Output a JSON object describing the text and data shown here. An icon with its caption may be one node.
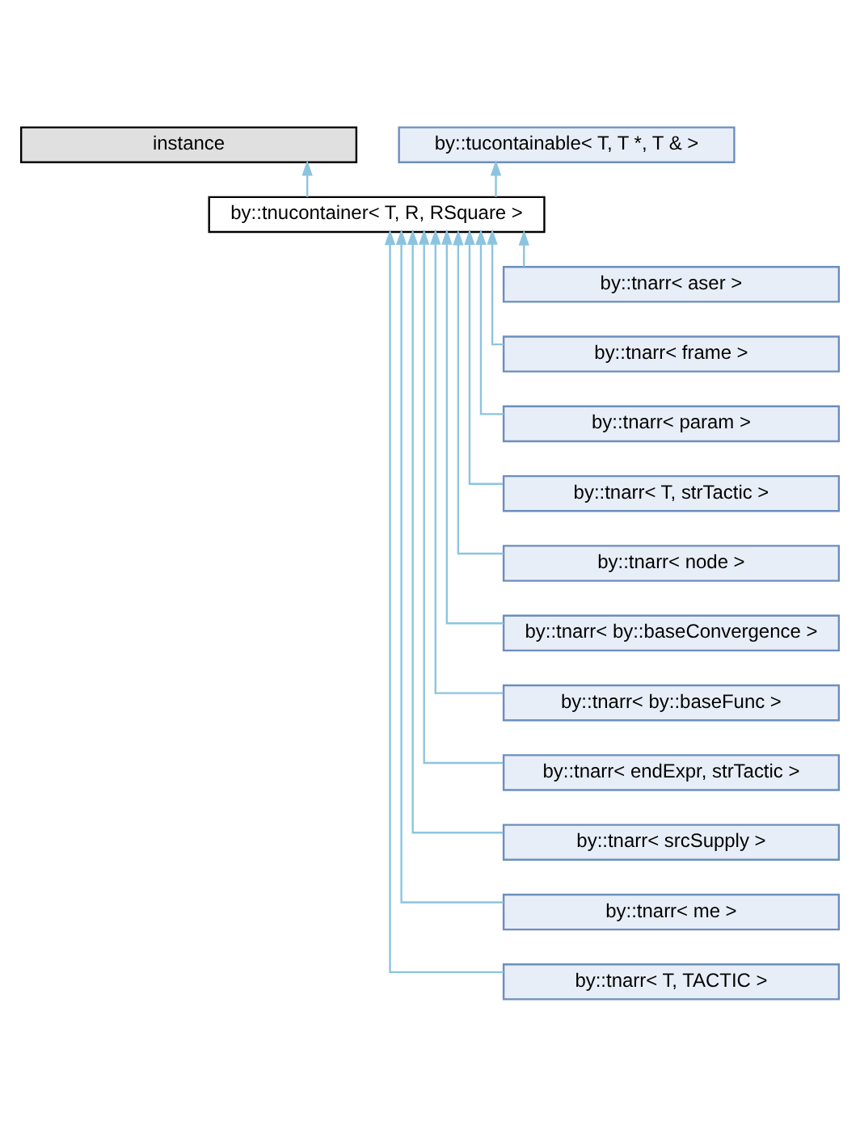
{
  "diagram": {
    "nodes": [
      {
        "text": [
          "instance"
        ]
      },
      {
        "text": [
          "by::tucontainable< T, T *, T & >"
        ]
      },
      {
        "text": [
          "by::tnucontainer< T, R, RSquare >"
        ]
      },
      {
        "text": [
          "by::tnarr< aser >"
        ]
      },
      {
        "text": [
          "by::tnarr< frame >"
        ]
      },
      {
        "text": [
          "by::tnarr< param >"
        ]
      },
      {
        "text": [
          "by::tnarr< T, strTactic >"
        ]
      },
      {
        "text": [
          "by::tnarr< node >"
        ]
      },
      {
        "text": [
          "by::tnarr< by::baseConvergence >"
        ]
      },
      {
        "text": [
          "by::tnarr< by::baseFunc >"
        ]
      },
      {
        "text": [
          "by::tnarr< endExpr, strTactic >"
        ]
      },
      {
        "text": [
          "by::tnarr< srcSupply >"
        ]
      },
      {
        "text": [
          "by::tnarr< me >"
        ]
      },
      {
        "text": [
          "by::tnarr< T, TACTIC >"
        ]
      }
    ],
    "edges": [
      {
        "from": 2,
        "to": 0,
        "arrow": "to"
      },
      {
        "from": 2,
        "to": 1,
        "arrow": "to"
      },
      {
        "from": 3,
        "to": 2,
        "arrow": "to"
      },
      {
        "from": 4,
        "to": 2,
        "arrow": "to"
      },
      {
        "from": 5,
        "to": 2,
        "arrow": "to"
      },
      {
        "from": 6,
        "to": 2,
        "arrow": "to"
      },
      {
        "from": 7,
        "to": 2,
        "arrow": "to"
      },
      {
        "from": 8,
        "to": 2,
        "arrow": "to"
      },
      {
        "from": 9,
        "to": 2,
        "arrow": "to"
      },
      {
        "from": 10,
        "to": 2,
        "arrow": "to"
      },
      {
        "from": 11,
        "to": 2,
        "arrow": "to"
      },
      {
        "from": 12,
        "to": 2,
        "arrow": "to"
      },
      {
        "from": 13,
        "to": 2,
        "arrow": "to"
      }
    ]
  }
}
